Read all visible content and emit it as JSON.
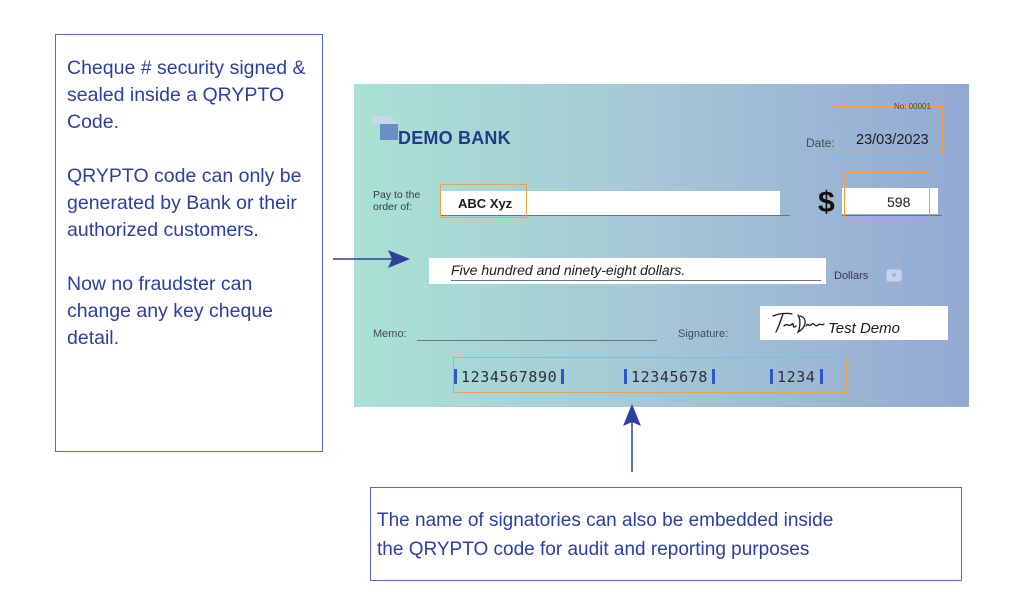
{
  "left_callout": {
    "paragraphs": [
      "Cheque # security signed & sealed inside a QRYPTO Code.",
      "QRYPTO code can only be generated by Bank or their authorized customers.",
      "Now no fraudster can change any key cheque detail."
    ]
  },
  "bottom_callout": {
    "lines": [
      "The name of signatories can also be embedded inside",
      "the QRYPTO code for audit and reporting purposes"
    ]
  },
  "cheque": {
    "bank_name": "DEMO BANK",
    "cheque_no": "No: 00001",
    "date_label": "Date:",
    "date_value": "23/03/2023",
    "pay_label_line1": "Pay to the",
    "pay_label_line2": "order of:",
    "payee": "ABC Xyz",
    "currency_symbol": "$",
    "amount": "598",
    "amount_words": "Five hundred and ninety-eight dollars.",
    "dollars_label": "Dollars",
    "memo_label": "Memo:",
    "signature_label": "Signature:",
    "signature_name": "Test Demo",
    "micr": [
      "1234567890",
      "12345678",
      "1234"
    ]
  },
  "colors": {
    "callout_text": "#2c3fa0",
    "callout_border": "#5b67c4",
    "highlight_box": "#f2a04a",
    "bank_brand": "#1f3d86",
    "arrow": "#2f3f9e"
  },
  "icons": {
    "bank_logo": "bank-logo-icon",
    "lock": "lock-icon",
    "signature": "handwritten-signature"
  }
}
